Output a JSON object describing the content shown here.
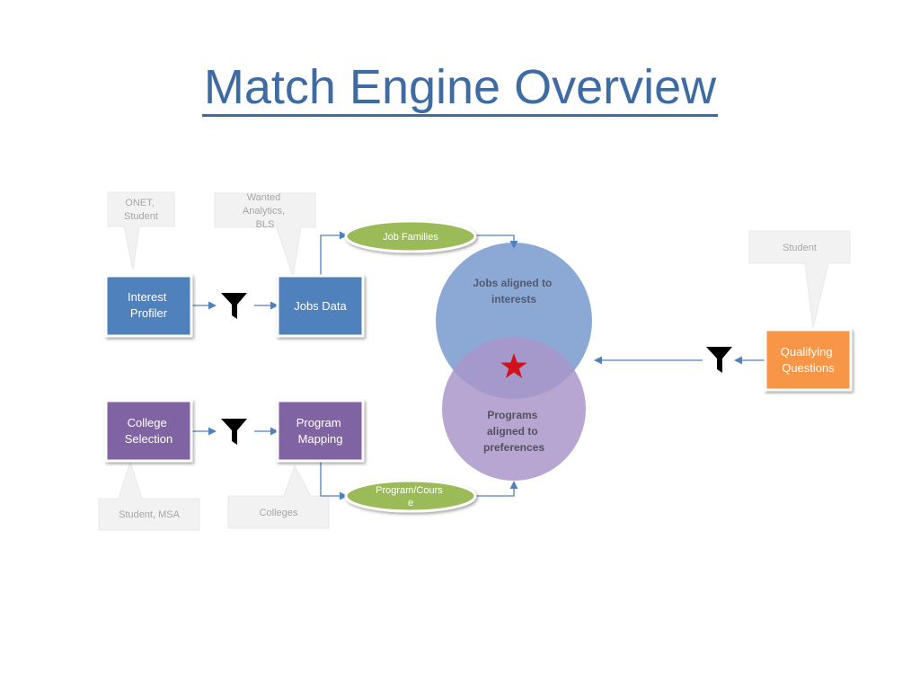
{
  "title": "Match Engine Overview",
  "boxes": {
    "interest_profiler": [
      "Interest",
      "Profiler"
    ],
    "jobs_data": [
      "Jobs Data"
    ],
    "college_selection": [
      "College",
      "Selection"
    ],
    "program_mapping": [
      "Program",
      "Mapping"
    ],
    "qualifying_questions": [
      "Qualifying",
      "Questions"
    ]
  },
  "callouts": {
    "onet": [
      "ONET,",
      "Student"
    ],
    "wanted": [
      "Wanted",
      "Analytics,",
      "BLS"
    ],
    "student_top": [
      "Student"
    ],
    "student_msa": [
      "Student, MSA"
    ],
    "colleges": [
      "Colleges"
    ]
  },
  "ovals": {
    "job_families": [
      "Job Families"
    ],
    "program_course": [
      "Program/Cours",
      "e"
    ]
  },
  "circles": {
    "jobs": [
      "Jobs aligned to",
      "interests"
    ],
    "programs": [
      "Programs",
      "aligned to",
      "preferences"
    ]
  },
  "colors": {
    "title": "#3f6ba3",
    "blue_box": "#4f81bd",
    "purple_box": "#8064a2",
    "orange_box": "#f79646",
    "green_oval": "#9bbb59",
    "callout": "#f2f2f2",
    "callout_text": "#a6a6a6",
    "jobs_circle": "#7f9fcf",
    "programs_circle": "#a996c9",
    "star": "#d0121b",
    "arrow": "#4f81bd"
  }
}
